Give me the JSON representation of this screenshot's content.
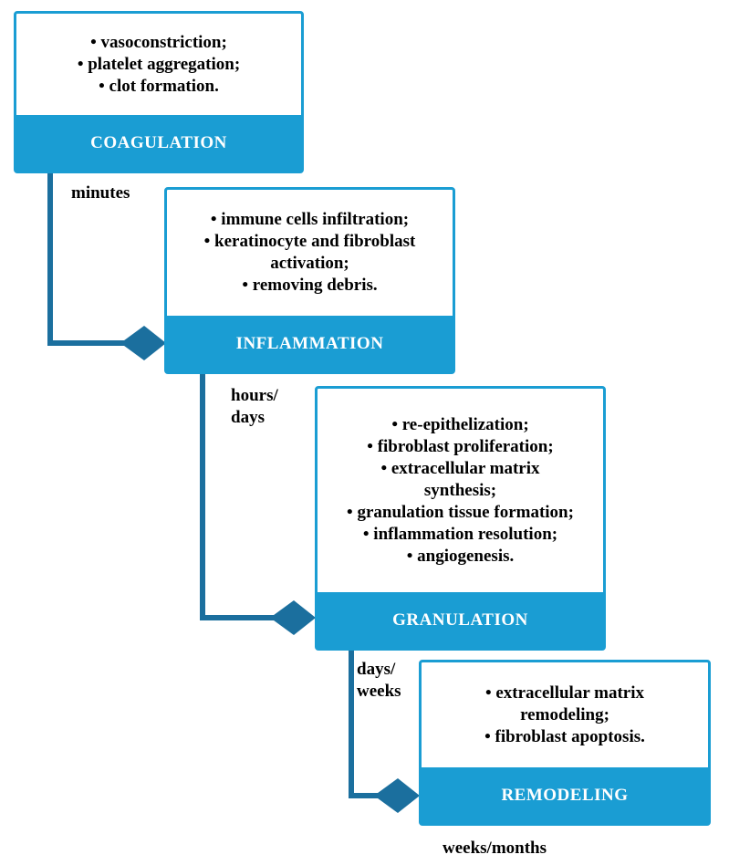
{
  "colors": {
    "accent": "#1a9dd3",
    "connector": "#1b6f9e"
  },
  "stages": [
    {
      "title": "COAGULATION",
      "items": [
        "• vasoconstriction;",
        "• platelet aggregation;",
        "• clot formation."
      ]
    },
    {
      "title": "INFLAMMATION",
      "items": [
        "• immune cells infiltration;",
        "• keratinocyte and fibroblast",
        "activation;",
        "• removing debris."
      ]
    },
    {
      "title": "GRANULATION",
      "items": [
        "• re-epithelization;",
        "• fibroblast proliferation;",
        "• extracellular matrix",
        "synthesis;",
        "• granulation tissue formation;",
        "• inflammation resolution;",
        "• angiogenesis."
      ]
    },
    {
      "title": "REMODELING",
      "items": [
        "• extracellular matrix",
        "remodeling;",
        "• fibroblast apoptosis."
      ]
    }
  ],
  "timelines": [
    {
      "lines": [
        "minutes"
      ]
    },
    {
      "lines": [
        "hours/",
        "days"
      ]
    },
    {
      "lines": [
        "days/",
        "weeks"
      ]
    },
    {
      "lines": [
        "weeks/months"
      ]
    }
  ]
}
